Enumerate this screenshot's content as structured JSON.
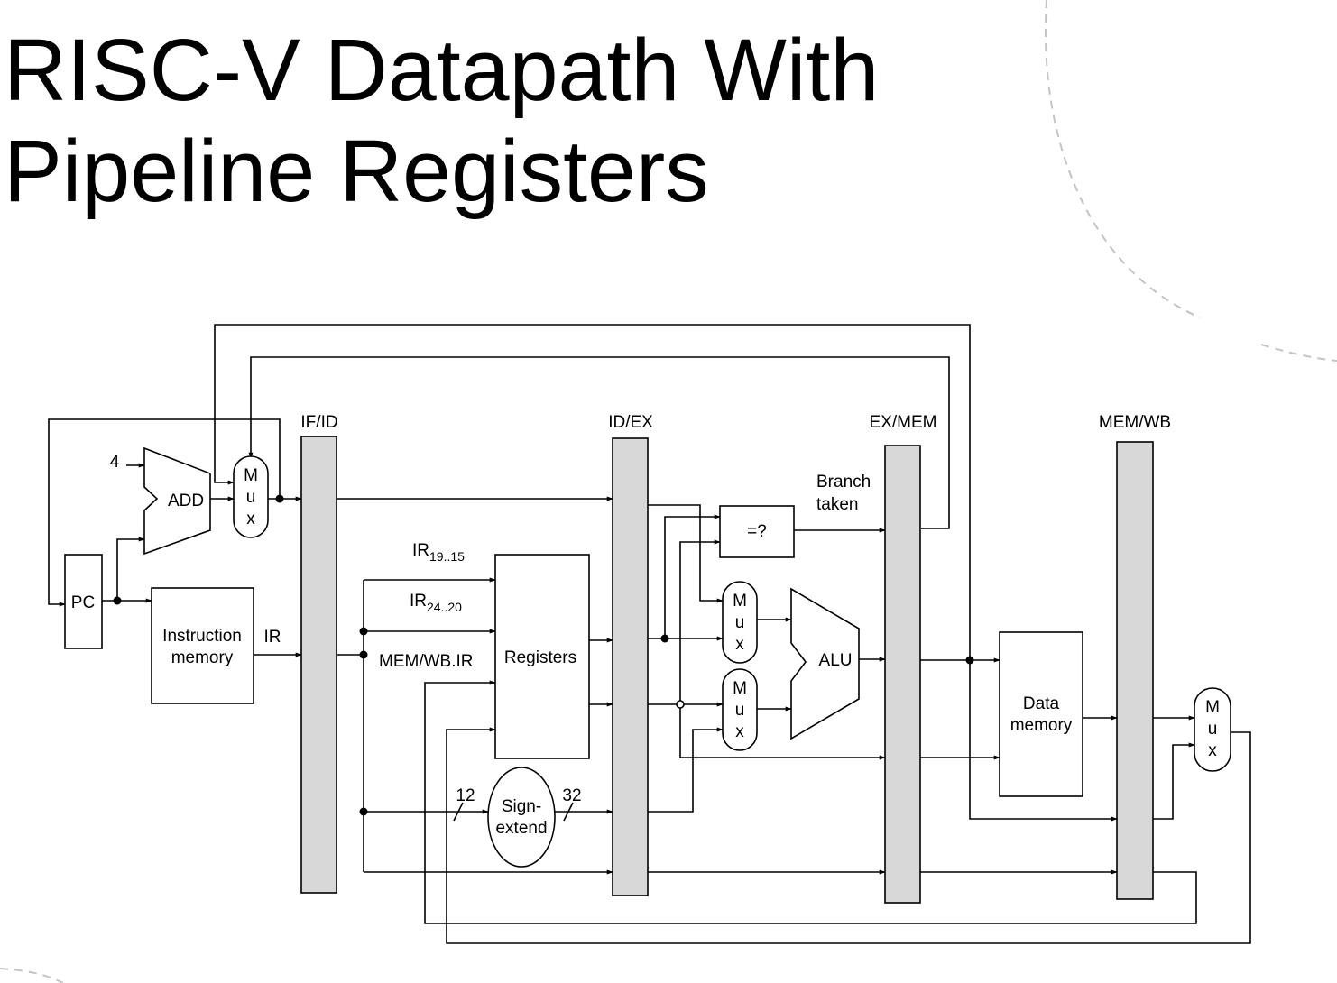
{
  "title": {
    "line1": "RISC-V Datapath With",
    "line2": "Pipeline Registers"
  },
  "pipeline_registers": {
    "if_id": "IF/ID",
    "id_ex": "ID/EX",
    "ex_mem": "EX/MEM",
    "mem_wb": "MEM/WB"
  },
  "components": {
    "pc": "PC",
    "add": "ADD",
    "constant_four": "4",
    "instruction_memory_line1": "Instruction",
    "instruction_memory_line2": "memory",
    "registers": "Registers",
    "sign_extend_line1": "Sign-",
    "sign_extend_line2": "extend",
    "compare": "=?",
    "alu": "ALU",
    "data_memory_line1": "Data",
    "data_memory_line2": "memory",
    "mux_letters": [
      "M",
      "u",
      "x"
    ]
  },
  "signals": {
    "ir": "IR",
    "ir_rs1_base": "IR",
    "ir_rs1_sub": "19..15",
    "ir_rs2_base": "IR",
    "ir_rs2_sub": "24..20",
    "mem_wb_ir": "MEM/WB.IR",
    "branch_taken_line1": "Branch",
    "branch_taken_line2": "taken",
    "bits_in": "12",
    "bits_out": "32"
  }
}
